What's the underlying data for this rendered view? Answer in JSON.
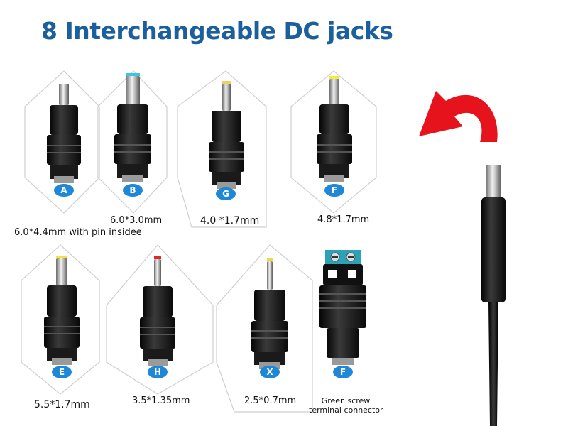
{
  "headline": "8 Interchangeable DC jacks",
  "colors": {
    "headline": "#1b5f9c",
    "badge": "#1e88d6",
    "arrow": "#e6121c",
    "terminal_block": "#2aa3b8"
  },
  "jacks": [
    {
      "letter": "A",
      "caption": "6.0*4.4mm with pin insidee",
      "tip_color": "#9e9e9e"
    },
    {
      "letter": "B",
      "caption": "6.0*3.0mm",
      "tip_color": "#3cc3e0"
    },
    {
      "letter": "G",
      "caption": "4.0 *1.7mm",
      "tip_color": "#f0d060"
    },
    {
      "letter": "F",
      "caption": "4.8*1.7mm",
      "tip_color": "#f2ea3c"
    },
    {
      "letter": "E",
      "caption": "5.5*1.7mm",
      "tip_color": "#f2e43c"
    },
    {
      "letter": "H",
      "caption": "3.5*1.35mm",
      "tip_color": "#e02828"
    },
    {
      "letter": "X",
      "caption": "2.5*0.7mm",
      "tip_color": "#f0d840"
    },
    {
      "letter": "F",
      "caption_lines": [
        "Green screw",
        "terminal connector"
      ],
      "tip_color": "#2aa3b8"
    }
  ],
  "icons": [
    "red-curved-arrow-icon",
    "dc-barrel-plug-cable-icon"
  ]
}
